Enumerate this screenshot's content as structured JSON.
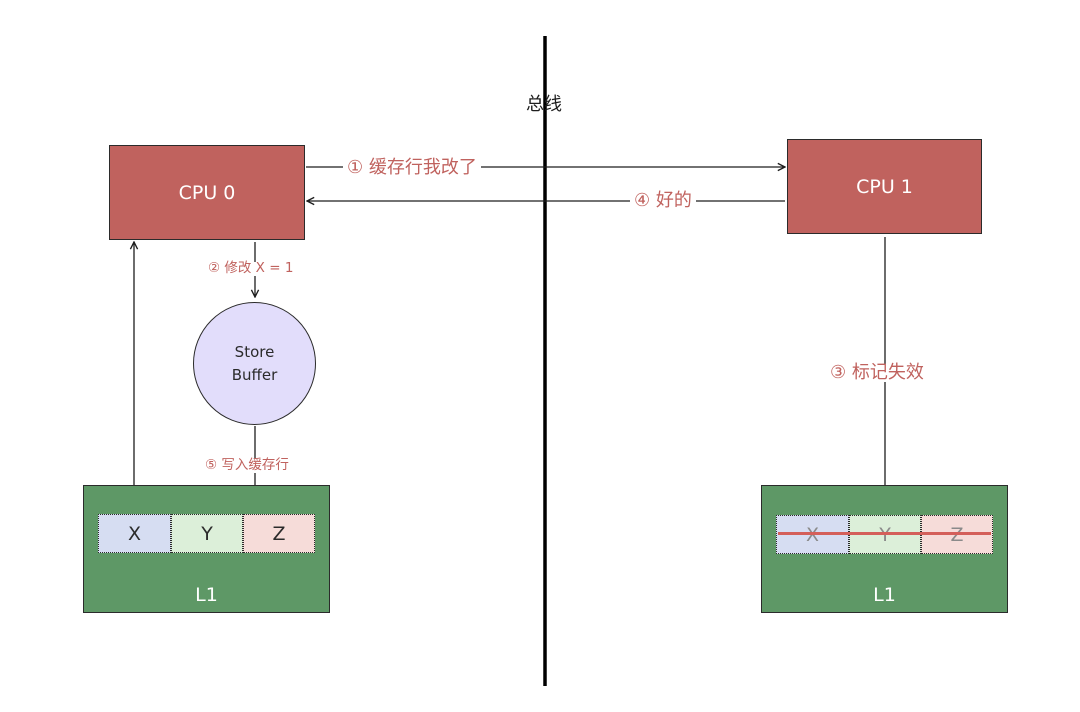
{
  "bus": {
    "label": "总线"
  },
  "cpu0": {
    "label": "CPU 0"
  },
  "cpu1": {
    "label": "CPU 1"
  },
  "store_buffer": {
    "line1": "Store",
    "line2": "Buffer"
  },
  "cache_left": {
    "label": "L1",
    "cells": [
      "X",
      "Y",
      "Z"
    ]
  },
  "cache_right": {
    "label": "L1",
    "cells": [
      "X",
      "Y",
      "Z"
    ],
    "invalidated": true
  },
  "messages": {
    "step1": "① 缓存行我改了",
    "step2": "② 修改 X = 1",
    "step3": "③ 标记失效",
    "step4": "④ 好的",
    "step5": "⑤ 写入缓存行"
  },
  "colors": {
    "cpu": "#c0625e",
    "cache": "#5e9866",
    "store_buffer": "#e2ddfb",
    "cell_x": "#d6ddf2",
    "cell_y": "#dcefd9",
    "cell_z": "#f6dcd9",
    "annotation": "#c0625e",
    "invalid_line": "#d45f5a"
  }
}
